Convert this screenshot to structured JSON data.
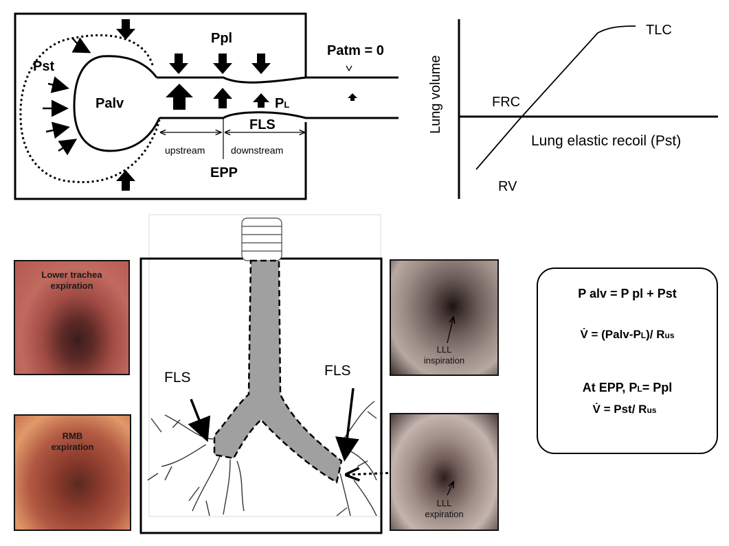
{
  "airway_diagram": {
    "labels": {
      "pst": "Pst",
      "palv": "Palv",
      "ppl": "Ppl",
      "patm": "Patm = 0",
      "pl": "P",
      "pl_sub": "L",
      "fls": "FLS",
      "upstream": "upstream",
      "downstream": "downstream",
      "epp": "EPP"
    }
  },
  "volume_graph": {
    "ylabel": "Lung volume",
    "xlabel": "Lung elastic recoil (Pst)",
    "points": {
      "tlc": "TLC",
      "frc": "FRC",
      "rv": "RV"
    }
  },
  "bronchial_tree": {
    "fls_left": "FLS",
    "fls_right": "FLS"
  },
  "photos": {
    "lower_trachea": {
      "line1": "Lower trachea",
      "line2": "expiration",
      "color": "#b8554f"
    },
    "rmb": {
      "line1": "RMB",
      "line2": "expiration",
      "color": "#a8483c"
    },
    "lll_insp": {
      "line1": "LLL",
      "line2": "inspiration",
      "color": "#8a7f7c"
    },
    "lll_exp": {
      "line1": "LLL",
      "line2": "expiration",
      "color": "#8e7a78"
    }
  },
  "formulas": {
    "f1": "P alv = P pl + Pst",
    "f2_pre": "V̇ = (Palv-P",
    "f2_sub1": "L",
    "f2_mid": ")/ R",
    "f2_sub2": "us",
    "f3_pre": "At EPP, P",
    "f3_sub": "L",
    "f3_post": "= Ppl",
    "f4_pre": "V̇ = Pst/ R",
    "f4_sub": "us"
  },
  "colors": {
    "airway_fill": "#a0a0a0",
    "line": "#000000"
  }
}
